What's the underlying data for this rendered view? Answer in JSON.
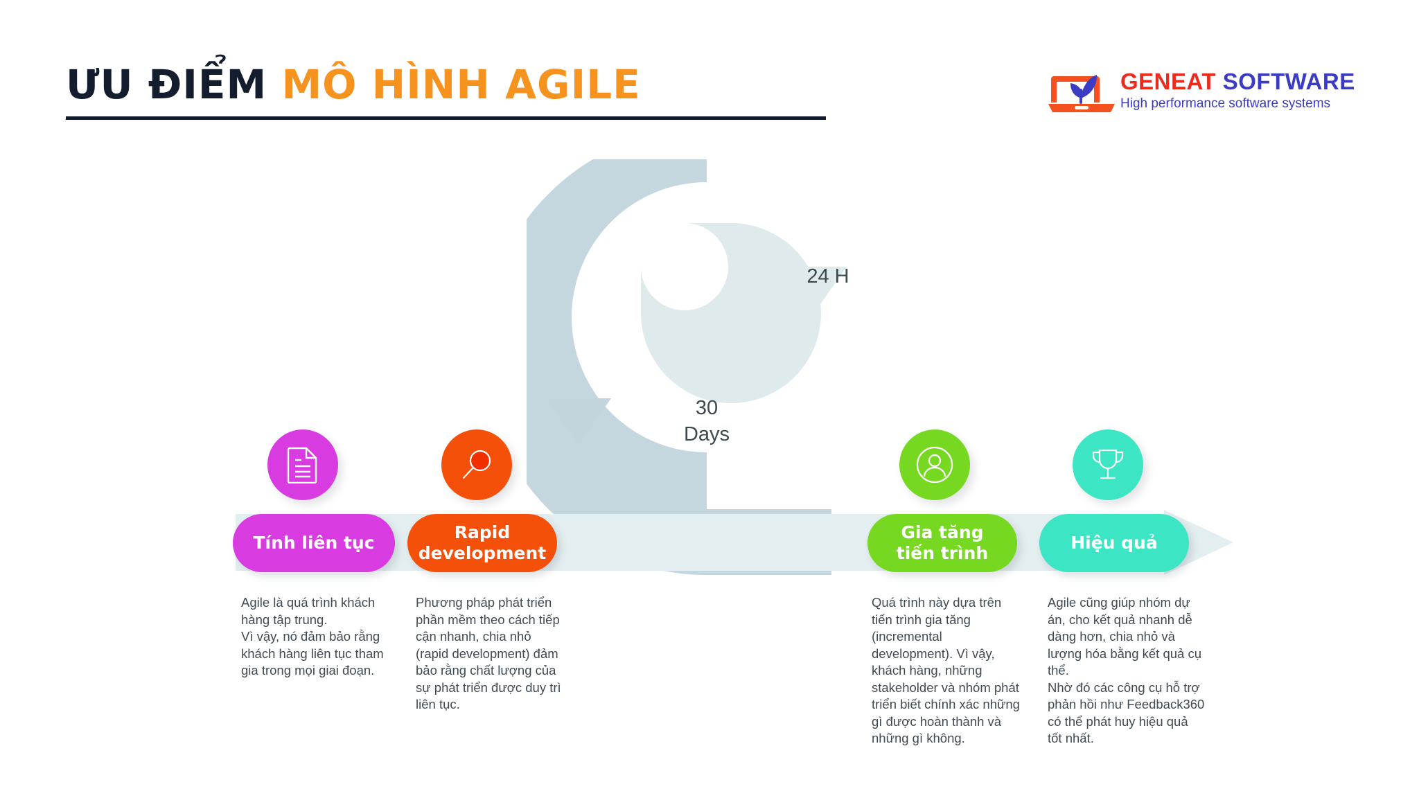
{
  "header": {
    "title_dark": "ƯU ĐIỂM",
    "title_orange": "MÔ HÌNH AGILE"
  },
  "logo": {
    "name_part1": "GENEAT",
    "name_part2": "SOFTWARE",
    "tagline": "High performance software systems",
    "mark_icon": "laptop-leaf-icon"
  },
  "cycle": {
    "outer_label": "30\nDays",
    "inner_label": "24 H"
  },
  "colors": {
    "title_dark": "#131d2e",
    "title_orange": "#f6921e",
    "logo_red": "#ed2a1c",
    "logo_blue": "#3b3bc4",
    "band": "#e3eef0",
    "ring_outer": "#c2d5dc",
    "ring_inner": "#dfeaed",
    "magenta": "#d83be0",
    "orange": "#f5500a",
    "green": "#77d822",
    "turquoise": "#3ce6c4"
  },
  "steps": [
    {
      "id": "tinh-lien-tuc",
      "label": "Tính liên tục",
      "icon": "document-icon",
      "color": "#d83be0",
      "description": "Agile là quá trình khách hàng tập trung.\nVì vậy, nó đảm bảo rằng khách hàng liên tục tham gia trong mọi giai đoạn."
    },
    {
      "id": "rapid-development",
      "label": "Rapid\ndevelopment",
      "icon": "magnifier-icon",
      "color": "#f5500a",
      "description": "Phương pháp phát triển phần mềm theo cách tiếp cận nhanh, chia nhỏ (rapid development) đảm bảo rằng chất lượng của sự phát triển được duy trì liên tục."
    },
    {
      "id": "gia-tang-tien-trinh",
      "label": "Gia tăng\ntiến trình",
      "icon": "user-icon",
      "color": "#77d822",
      "description": "Quá trình này dựa trên tiến trình gia tăng (incremental development). Vì vậy, khách hàng, những stakeholder và nhóm phát triển biết chính xác những gì được hoàn thành và những gì không."
    },
    {
      "id": "hieu-qua",
      "label": "Hiệu quả",
      "icon": "trophy-icon",
      "color": "#3ce6c4",
      "description": "Agile cũng giúp nhóm dự án, cho kết quả nhanh dễ dàng hơn, chia nhỏ và lượng hóa bằng kết quả cụ thể.\nNhờ đó các công cụ hỗ trợ phản hồi như Feedback360 có thể phát huy hiệu quả tốt nhất."
    }
  ]
}
